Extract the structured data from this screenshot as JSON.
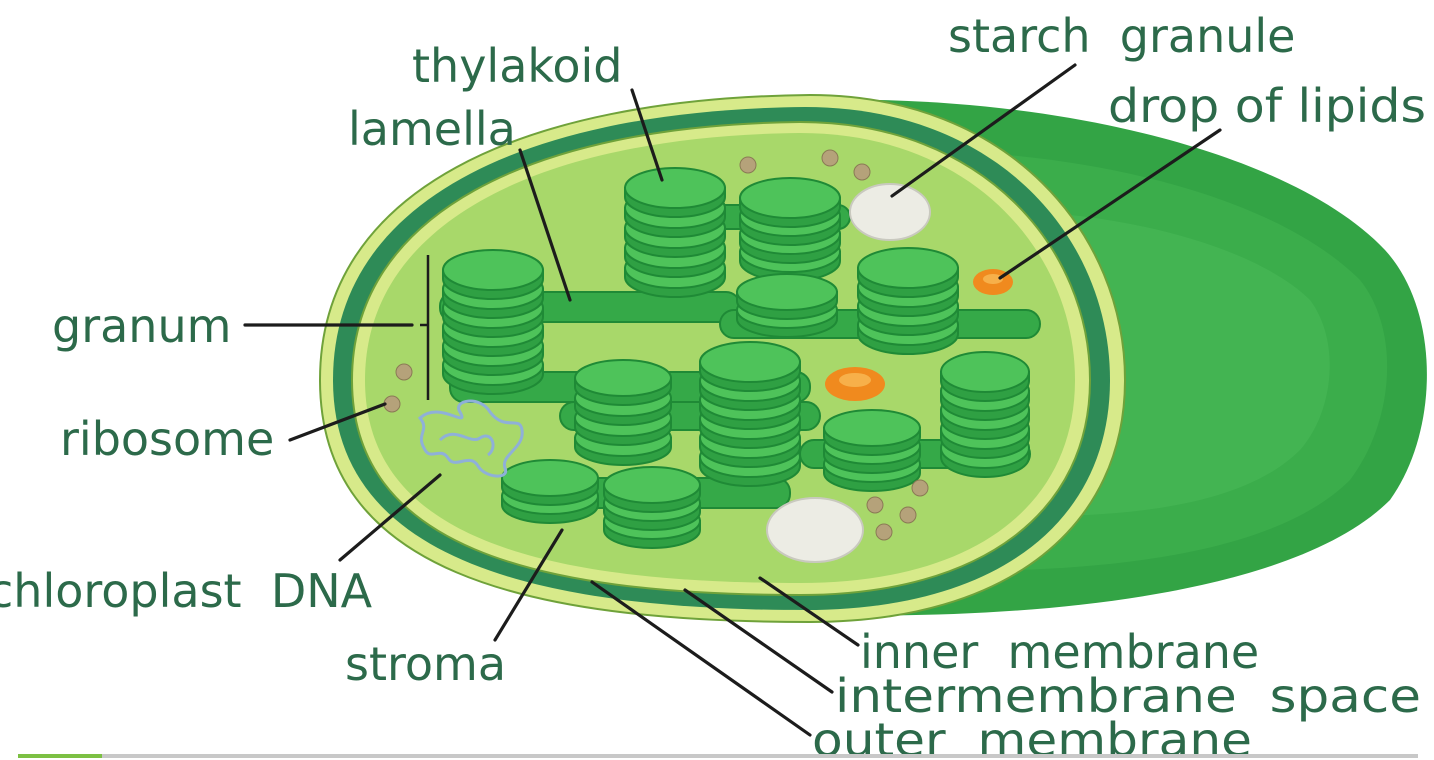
{
  "diagram": {
    "labels": {
      "thylakoid": "thylakoid",
      "lamella": "lamella",
      "starch_granule": "starch  granule",
      "drop_of_lipids": "drop of lipids",
      "granum": "granum",
      "ribosome": "ribosome",
      "chloroplast_dna": "chloroplast  DNA",
      "stroma": "stroma",
      "inner_membrane": "inner  membrane",
      "intermembrane_space": "intermembrane  space",
      "outer_membrane": "outer  membrane"
    },
    "colors": {
      "outer_body": "#3aa84a",
      "dark_membrane": "#2e8b57",
      "light_membrane": "#d7ea8a",
      "stroma_fill": "#a8d86a",
      "grana": "#4ec35a",
      "starch": "#ecece4",
      "lipid": "#f08a1e",
      "ribosome": "#b5a27a",
      "dna": "#8fb0d8",
      "label_text": "#2c6a4a"
    }
  }
}
